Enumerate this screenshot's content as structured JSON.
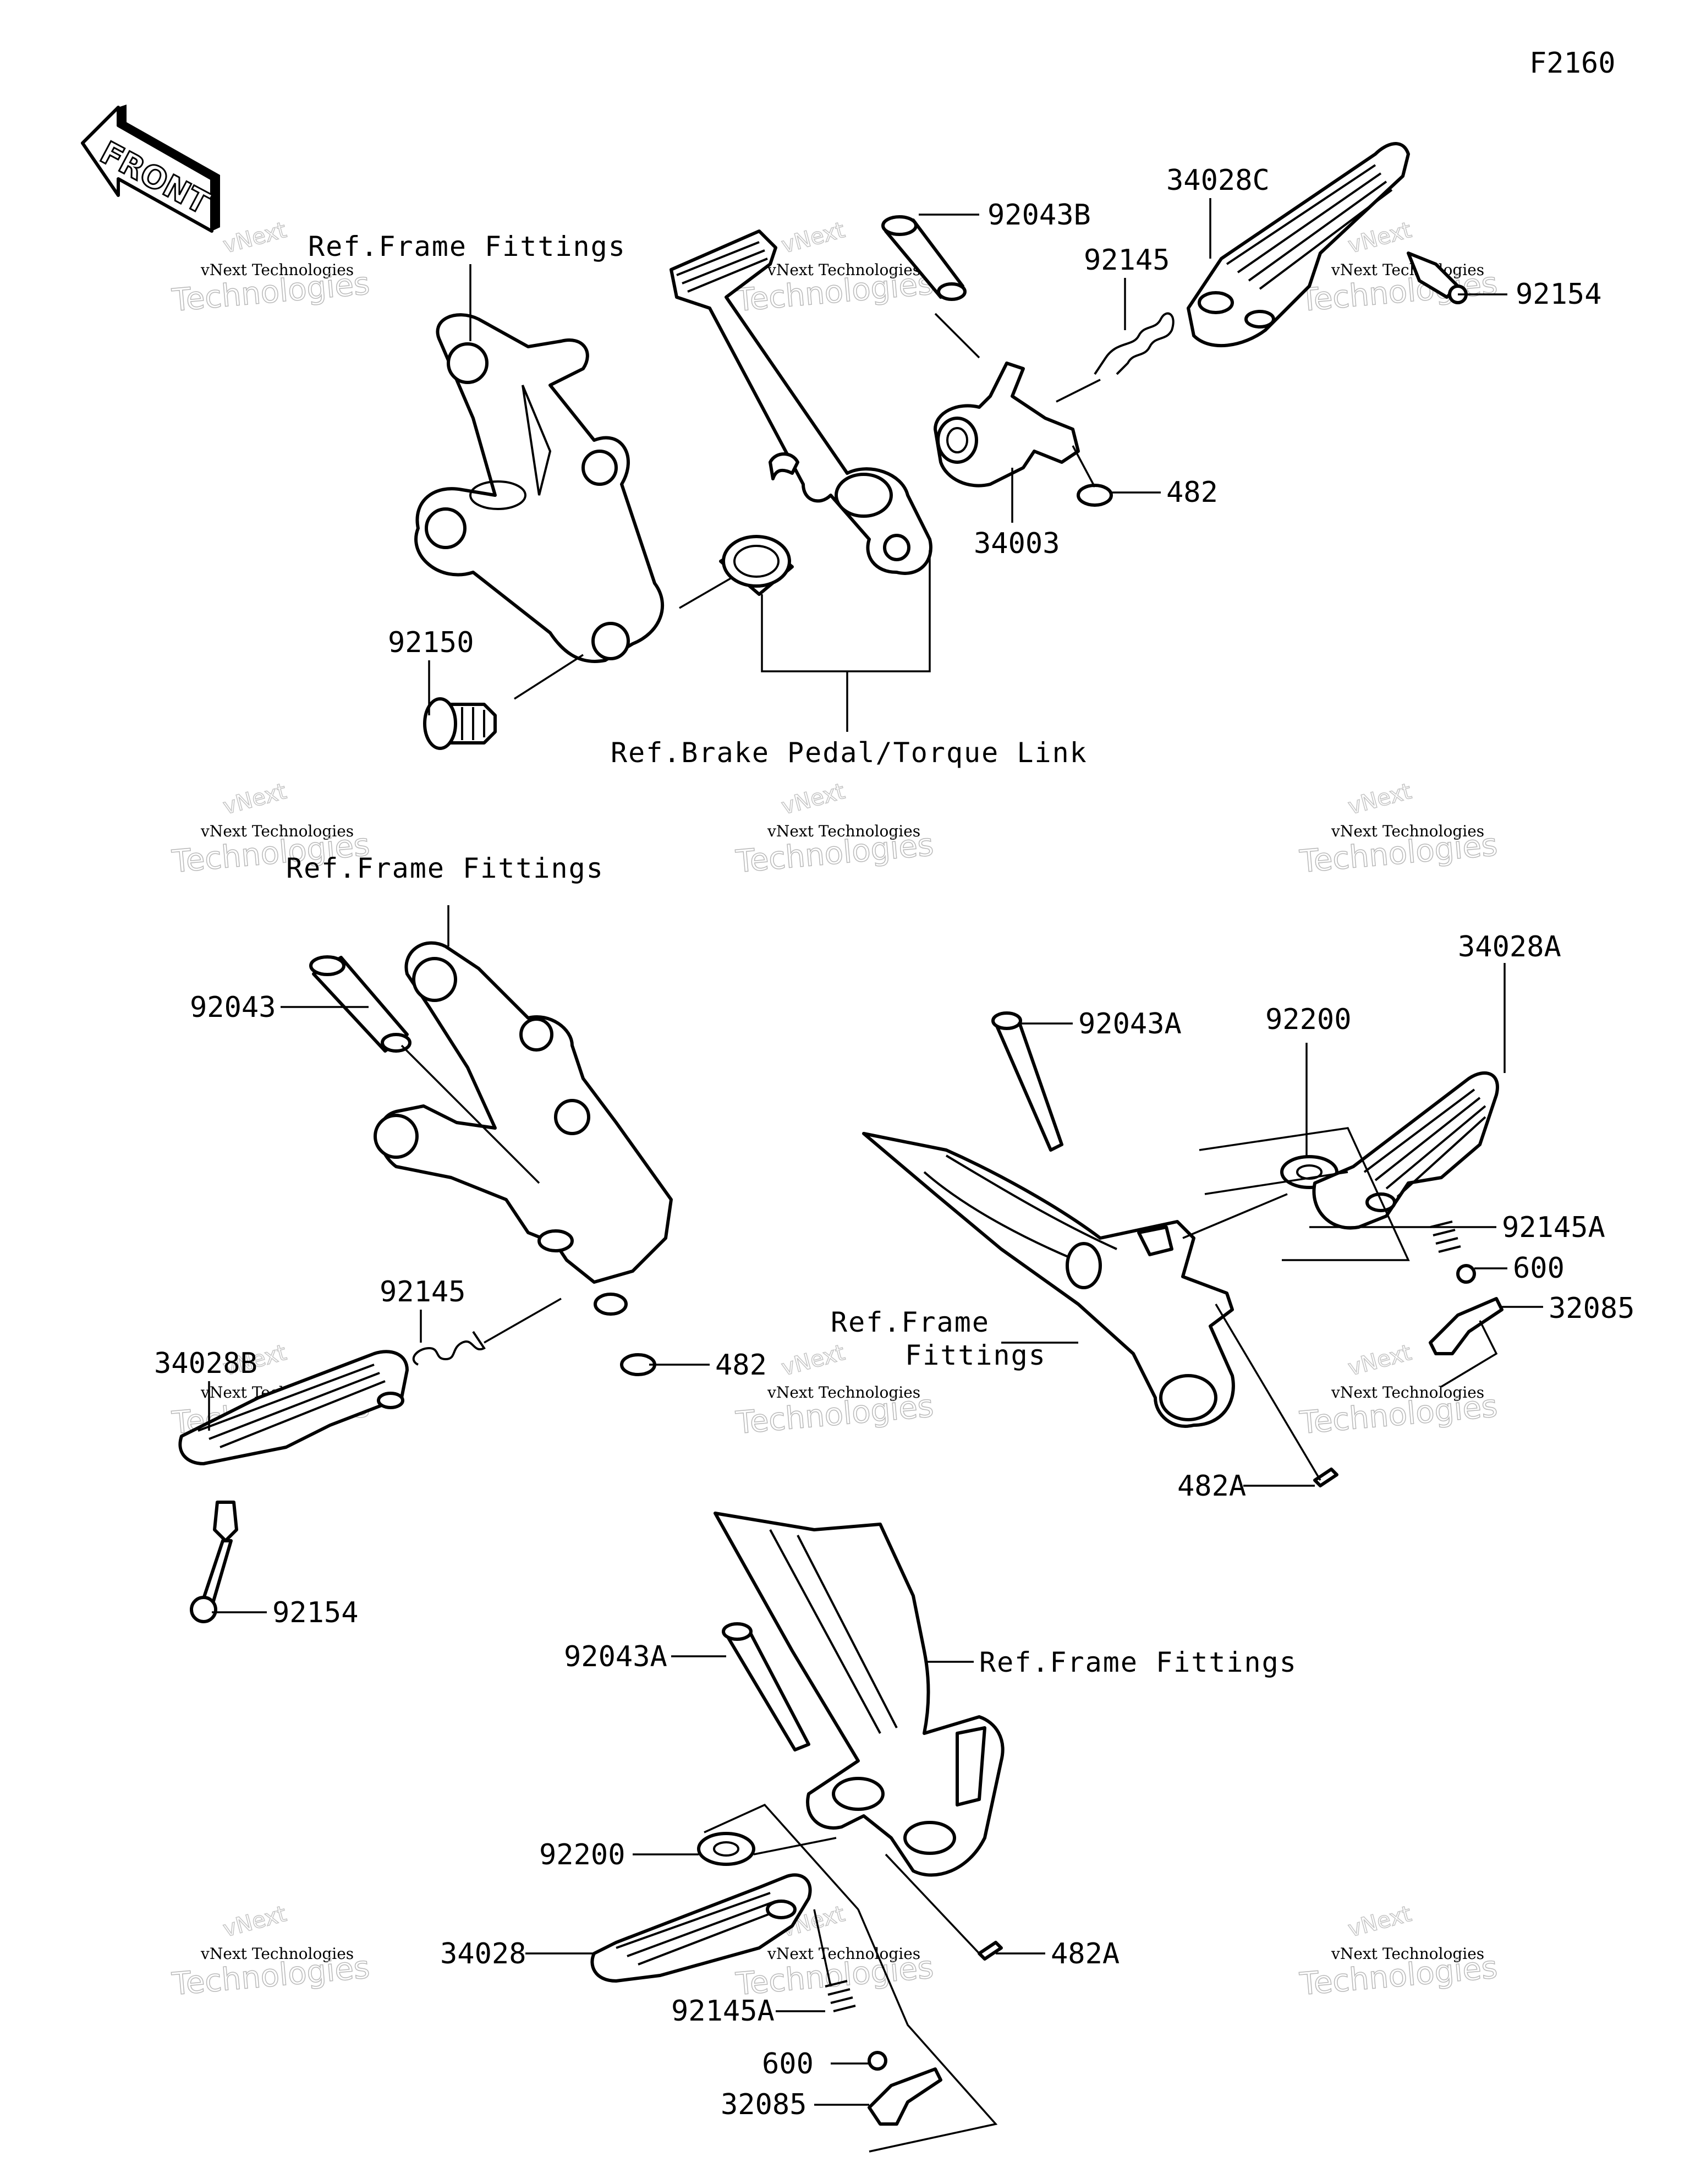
{
  "diagram_id": "F2160",
  "front_label": "FRONT",
  "watermark": {
    "line1": "vNext Technologies",
    "line2": "Technologies",
    "line3": "vNext"
  },
  "refs": {
    "frame_fittings": "Ref.Frame Fittings",
    "frame_fittings_line1": "Ref.Frame",
    "frame_fittings_line2": "Fittings",
    "brake_pedal": "Ref.Brake Pedal/Torque Link"
  },
  "parts": [
    "92043B",
    "34028C",
    "92145",
    "92154",
    "482",
    "34003",
    "92150",
    "92043",
    "92043A",
    "92200",
    "34028A",
    "92145A",
    "600",
    "32085",
    "34028B",
    "482A",
    "34028"
  ]
}
